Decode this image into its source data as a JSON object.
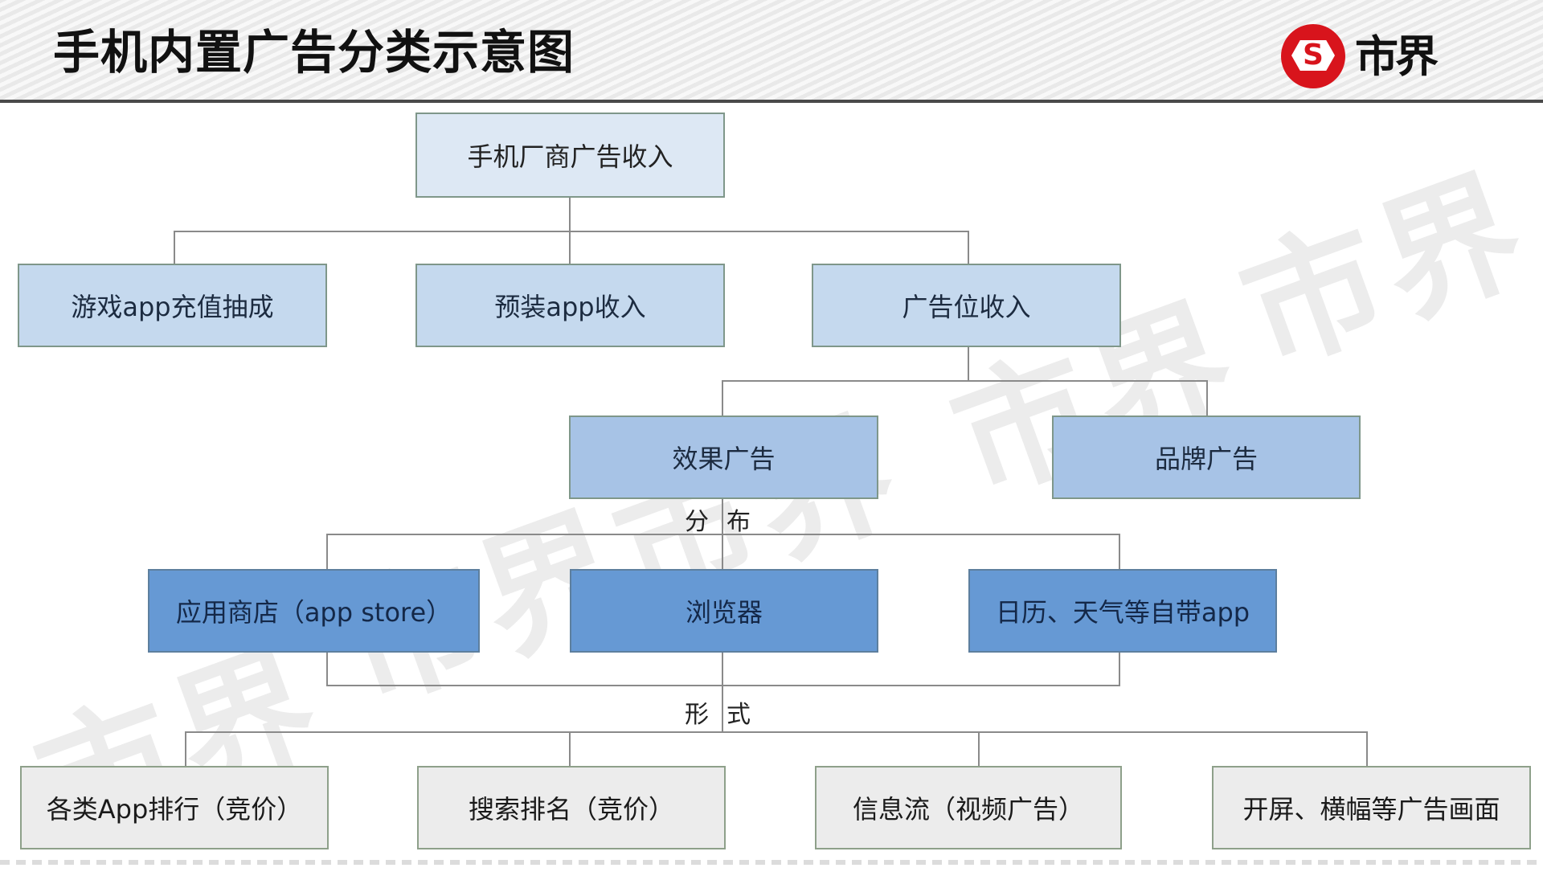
{
  "header": {
    "title": "手机内置广告分类示意图",
    "logo": {
      "icon": "S",
      "text": "市界",
      "brand_color": "#d8141c"
    }
  },
  "watermark": "市界",
  "diagram": {
    "root": {
      "label": "手机厂商广告收入"
    },
    "level2": [
      {
        "label": "游戏app充值抽成"
      },
      {
        "label": "预装app收入"
      },
      {
        "label": "广告位收入"
      }
    ],
    "level3": [
      {
        "label": "效果广告"
      },
      {
        "label": "品牌广告"
      }
    ],
    "distribution_label": "分布",
    "level4": [
      {
        "label": "应用商店（app store）"
      },
      {
        "label": "浏览器"
      },
      {
        "label": "日历、天气等自带app"
      }
    ],
    "form_label": "形式",
    "level5": [
      {
        "label": "各类App排行（竞价）"
      },
      {
        "label": "搜索排名（竞价）"
      },
      {
        "label": "信息流（视频广告）"
      },
      {
        "label": "开屏、横幅等广告画面"
      }
    ],
    "colors": {
      "root_fill": "#dde8f4",
      "level2_fill": "#c5d9ee",
      "level3_fill": "#a7c3e6",
      "level4_fill": "#6699d4",
      "level5_fill": "#ececec",
      "connector": "#8a8a8a"
    }
  }
}
